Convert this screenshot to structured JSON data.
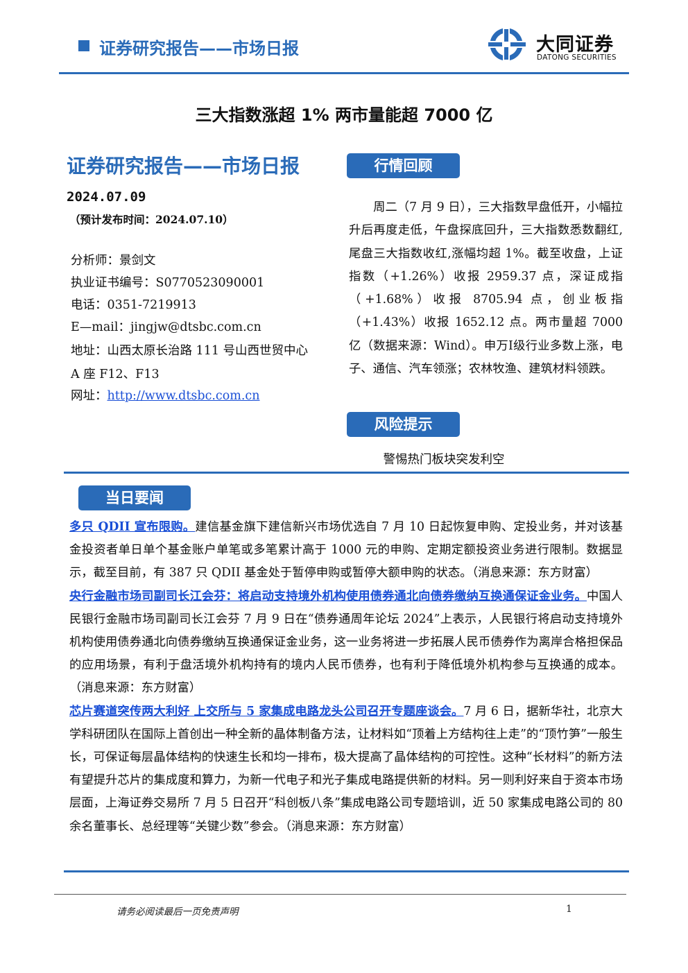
{
  "header": {
    "title": "证券研究报告——市场日报",
    "logo_cn": "大同证券",
    "logo_en": "DATONG SECURITIES",
    "brand_color": "#2a6bb8"
  },
  "report": {
    "main_title": "三大指数涨超 1% 两市量能超 7000 亿",
    "section_title": "证券研究报告——市场日报",
    "date": "2024.07.09",
    "publish_note": "（预计发布时间：2024.07.10）"
  },
  "analyst": {
    "name_line": "分析师：景剑文",
    "license_line": "执业证书编号：S0770523090001",
    "phone_line": "电话：0351-7219913",
    "email_line": "E—mail：jingjw@dtsbc.com.cn",
    "address_line1": "地址：山西太原长治路 111 号山西世贸中心",
    "address_line2": "A 座 F12、F13",
    "website_label": "网址：",
    "website_url": "http://www.dtsbc.com.cn"
  },
  "market_review": {
    "tag": "行情回顾",
    "text": "周二（7 月 9 日），三大指数早盘低开，小幅拉升后再度走低，午盘探底回升，三大指数悉数翻红,尾盘三大指数收红,涨幅均超 1%。截至收盘，上证指数（+1.26%）收报 2959.37 点，深证成指（+1.68%）收报 8705.94 点，创业板指（+1.43%）收报 1652.12 点。两市量超 7000 亿（数据来源：Wind）。申万Ⅰ级行业多数上涨，电子、通信、汽车领涨；农林牧渔、建筑材料领跌。"
  },
  "risk": {
    "tag": "风险提示",
    "text": "警惕热门板块突发利空"
  },
  "news": {
    "tag": "当日要闻",
    "items": [
      {
        "headline": "多只 QDII 宣布限购。",
        "body": "建信基金旗下建信新兴市场优选自 7 月 10 日起恢复申购、定投业务，并对该基金投资者单日单个基金账户单笔或多笔累计高于 1000 元的申购、定期定额投资业务进行限制。数据显示，截至目前，有 387 只 QDII 基金处于暂停申购或暂停大额申购的状态。（消息来源：东方财富）"
      },
      {
        "headline": "央行金融市场司副司长江会芬：将启动支持境外机构使用债券通北向债券缴纳互换通保证金业务。",
        "body": "中国人民银行金融市场司副司长江会芬 7 月 9 日在“债券通周年论坛 2024”上表示，人民银行将启动支持境外机构使用债券通北向债券缴纳互换通保证金业务，这一业务将进一步拓展人民币债券作为离岸合格担保品的应用场景，有利于盘活境外机构持有的境内人民币债券，也有利于降低境外机构参与互换通的成本。（消息来源：东方财富）"
      },
      {
        "headline": "芯片赛道突传两大利好 上交所与 5 家集成电路龙头公司召开专题座谈会。",
        "body": "7 月 6 日，据新华社，北京大学科研团队在国际上首创出一种全新的晶体制备方法，让材料如“顶着上方结构往上走”的“顶竹笋”一般生长，可保证每层晶体结构的快速生长和均一排布，极大提高了晶体结构的可控性。这种“长材料”的新方法有望提升芯片的集成度和算力，为新一代电子和光子集成电路提供新的材料。另一则利好来自于资本市场层面，上海证券交易所 7 月 5 日召开“科创板八条”集成电路公司专题培训，近 50 家集成电路公司的 80 余名董事长、总经理等“关键少数”参会。（消息来源：东方财富）"
      }
    ]
  },
  "footer": {
    "disclaimer": "请务必阅读最后一页免责声明",
    "page_number": "1"
  }
}
